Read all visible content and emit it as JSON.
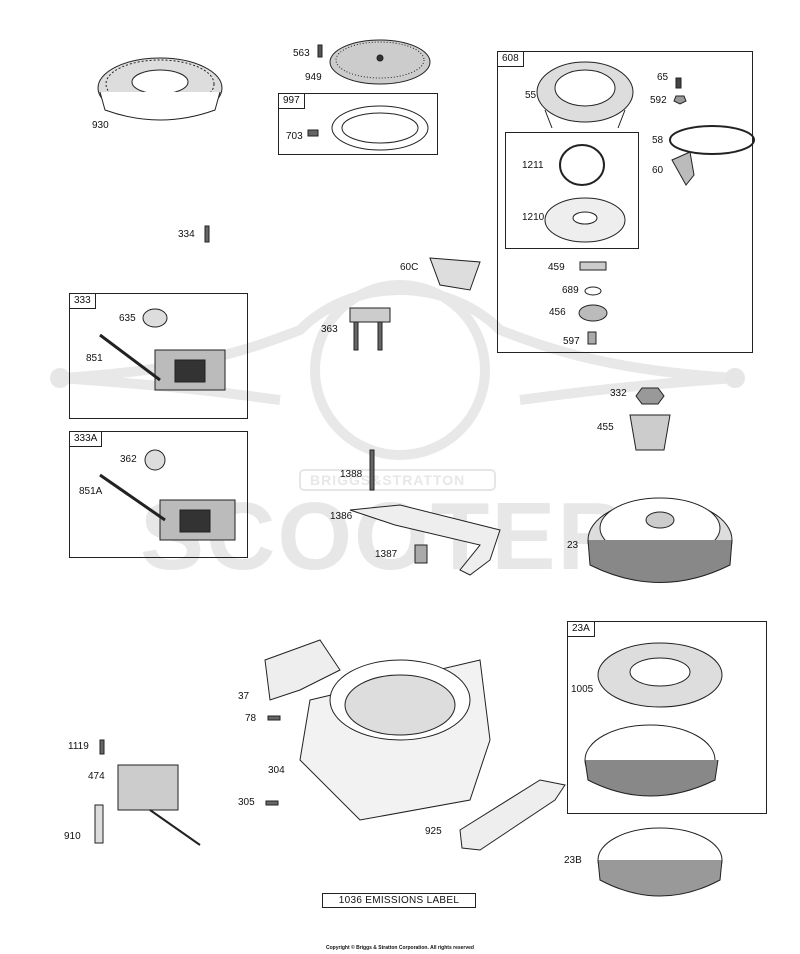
{
  "watermark": {
    "brand": "BRIGGS&STRATTON",
    "word": "SCOOTER",
    "colors": {
      "mark": "#e6e6e6"
    }
  },
  "boxes": {
    "b997": "997",
    "b608": "608",
    "b333": "333",
    "b333a": "333A",
    "b23a": "23A"
  },
  "labels": {
    "p930": "930",
    "p563": "563",
    "p949": "949",
    "p703": "703",
    "p65": "65",
    "p592": "592",
    "p55": "55",
    "p58": "58",
    "p60": "60",
    "p1211": "1211",
    "p1210": "1210",
    "p334": "334",
    "p60c": "60C",
    "p459": "459",
    "p689": "689",
    "p456": "456",
    "p597": "597",
    "p363": "363",
    "p635": "635",
    "p851": "851",
    "p332": "332",
    "p455": "455",
    "p362": "362",
    "p851a": "851A",
    "p1388": "1388",
    "p1386": "1386",
    "p1387": "1387",
    "p23": "23",
    "p1005": "1005",
    "p37": "37",
    "p78": "78",
    "p1119": "1119",
    "p474": "474",
    "p304": "304",
    "p305": "305",
    "p910": "910",
    "p925": "925",
    "p23b": "23B"
  },
  "emissions_label": "1036 EMISSIONS LABEL",
  "copyright": "Copyright © Briggs & Stratton Corporation. All rights reserved"
}
